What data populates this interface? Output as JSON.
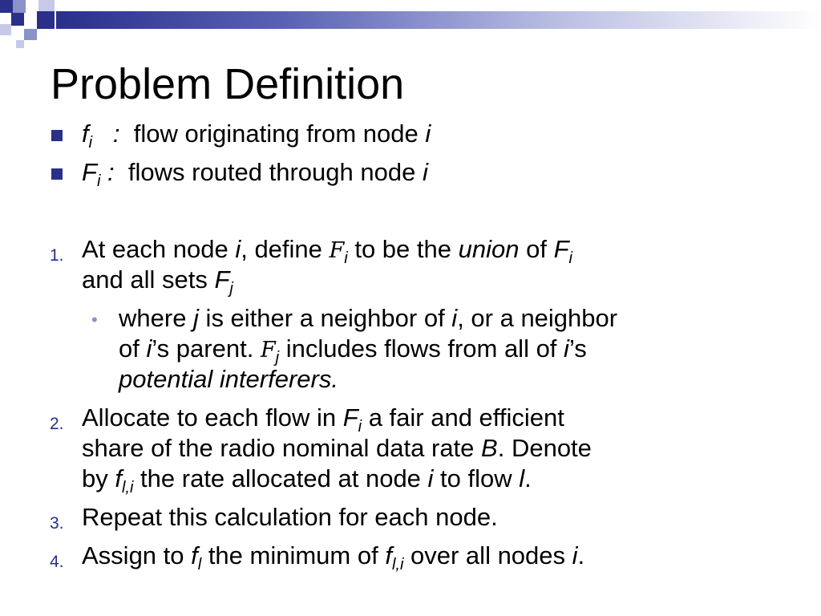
{
  "colors": {
    "accent": "#2a2f8a",
    "subbullet": "#8a92c8"
  },
  "title": "Problem Definition",
  "defs": [
    {
      "sym": "f",
      "sub": "i",
      "sep": ":",
      "text": "flow originating from node ",
      "var": "i"
    },
    {
      "sym": "F",
      "sub": "i",
      "sep": ":",
      "text": "flows routed through node ",
      "var": "i"
    }
  ],
  "steps": {
    "n1": "1.",
    "s1": {
      "a": "At each node ",
      "i": "i",
      "b": ", define ",
      "F": "F",
      "Fsub": "i",
      "c": " to be the ",
      "union": "union",
      "d": " of ",
      "F2": "F",
      "F2sub": "i",
      "e": "and all sets ",
      "F3": "F",
      "F3sub": "j"
    },
    "sub": {
      "a": "where ",
      "j": "j",
      "b": " is either a neighbor of ",
      "i": "i",
      "c": ", or a neighbor",
      "d": "of ",
      "i2": "i",
      "e": "’s parent. ",
      "F": "F",
      "Fsub": "j",
      "f": " includes flows from all of ",
      "i3": "i",
      "g": "’s",
      "h": "potential interferers."
    },
    "n2": "2.",
    "s2": {
      "a": "Allocate to each flow in ",
      "F": "F",
      "Fsub": "i",
      "b": " a fair and efficient",
      "c": "share of the radio nominal data rate ",
      "B": "B",
      "d": ". Denote",
      "e": "by ",
      "f": "f",
      "fsub": "l,i",
      "g": " the rate allocated at node ",
      "i": "i",
      "h": " to flow ",
      "l": "l",
      "k": "."
    },
    "n3": "3.",
    "s3": "Repeat this calculation for each node.",
    "n4": "4.",
    "s4": {
      "a": "Assign to ",
      "f": "f",
      "fsub": "l",
      "b": " the minimum of ",
      "f2": "f",
      "f2sub": "l,i",
      "c": " over all nodes ",
      "i": "i",
      "d": "."
    }
  }
}
